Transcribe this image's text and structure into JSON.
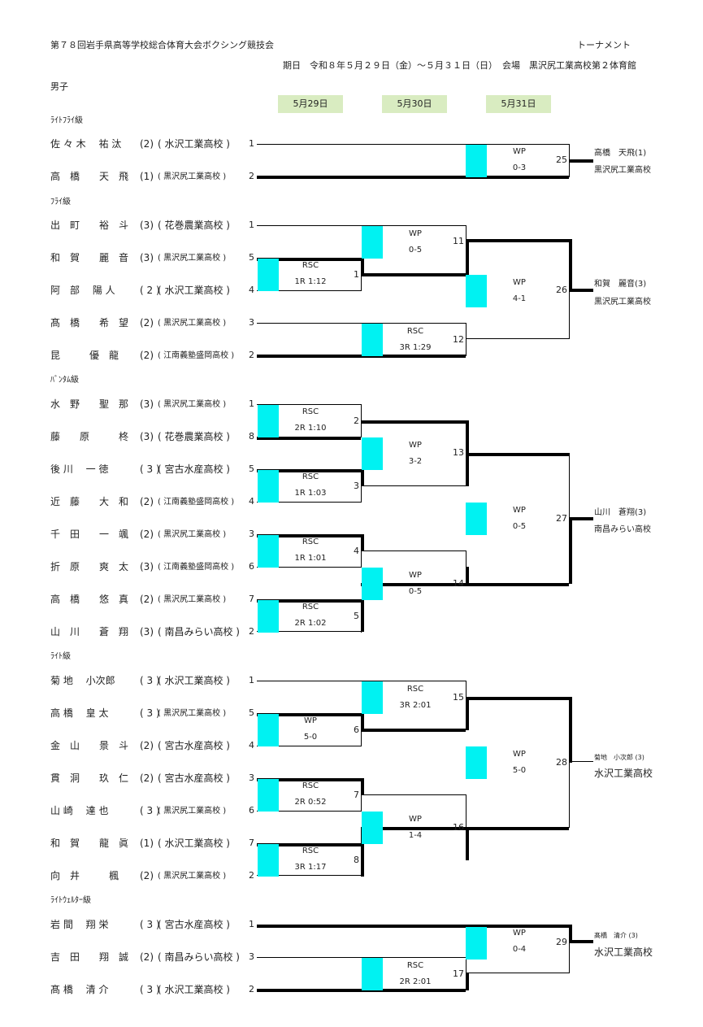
{
  "header": {
    "title": "第７８回岩手県高等学校総合体育大会ボクシング競技会",
    "type": "トーナメント",
    "dates": "期日　令和８年５月２９日（金）～５月３１日（日）",
    "venue": "会場　黒沢尻工業高校第２体育館",
    "division": "男子",
    "day_labels": [
      "5月29日",
      "5月30日",
      "5月31日"
    ]
  },
  "classes": {
    "lf": "ﾗｲﾄﾌﾗｲ級",
    "fly": "ﾌﾗｲ級",
    "ban": "ﾊﾞﾝﾀﾑ級",
    "light": "ﾗｲﾄ級",
    "lw": "ﾗｲﾄｳｪﾙﾀｰ級"
  },
  "entries": [
    {
      "name": "佐 々 木　 祐 汰",
      "grade": "(2)",
      "school": "( 水沢工業高校 )",
      "seed": "1"
    },
    {
      "name": "高　橋　　天　飛",
      "grade": "(1)",
      "school": "( 黒沢尻工業高校 )",
      "seed": "2"
    },
    {
      "name": "出　町　　裕　斗",
      "grade": "(3)",
      "school": "( 花巻農業高校 )",
      "seed": "1"
    },
    {
      "name": "和　賀　　麗　音",
      "grade": "(3)",
      "school": "( 黒沢尻工業高校 )",
      "seed": "5"
    },
    {
      "name": "阿　部　 陽 人",
      "grade": "( 2 )",
      "school": "( 水沢工業高校 )",
      "seed": "4"
    },
    {
      "name": "髙　橋　　希　望",
      "grade": "(2)",
      "school": "( 黒沢尻工業高校 )",
      "seed": "3"
    },
    {
      "name": "昆　　　優　龍",
      "grade": "(2)",
      "school": "( 江南義塾盛岡高校 )",
      "seed": "2"
    },
    {
      "name": "水　野　　聖　那",
      "grade": "(3)",
      "school": "( 黒沢尻工業高校 )",
      "seed": "1"
    },
    {
      "name": "藤　　原　　　柊",
      "grade": "(3)",
      "school": "( 花巻農業高校 )",
      "seed": "8"
    },
    {
      "name": "後 川　 一 徳",
      "grade": "( 3 )",
      "school": "( 宮古水産高校 )",
      "seed": "5"
    },
    {
      "name": "近　藤　　大　和",
      "grade": "(2)",
      "school": "( 江南義塾盛岡高校 )",
      "seed": "4"
    },
    {
      "name": "千　田　　一　颯",
      "grade": "(2)",
      "school": "( 黒沢尻工業高校 )",
      "seed": "3"
    },
    {
      "name": "折　原　　爽　太",
      "grade": "(3)",
      "school": "( 江南義塾盛岡高校 )",
      "seed": "6"
    },
    {
      "name": "高　橋　　悠　真",
      "grade": "(2)",
      "school": "( 黒沢尻工業高校 )",
      "seed": "7"
    },
    {
      "name": "山　川　　蒼　翔",
      "grade": "(3)",
      "school": "( 南昌みらい高校 )",
      "seed": "2"
    },
    {
      "name": "菊 地　 小次郎",
      "grade": "( 3 )",
      "school": "( 水沢工業高校 )",
      "seed": "1"
    },
    {
      "name": "高 橋　 皇 太",
      "grade": "( 3 )",
      "school": "( 黒沢尻工業高校 )",
      "seed": "5"
    },
    {
      "name": "金　山　　景　斗",
      "grade": "(2)",
      "school": "( 宮古水産高校 )",
      "seed": "4"
    },
    {
      "name": "貫　洞　　玖　仁",
      "grade": "(2)",
      "school": "( 宮古水産高校 )",
      "seed": "3"
    },
    {
      "name": "山 崎　 達 也",
      "grade": "( 3 )",
      "school": "( 黒沢尻工業高校 )",
      "seed": "6"
    },
    {
      "name": "和　賀　　龍　眞",
      "grade": "(1)",
      "school": "( 水沢工業高校 )",
      "seed": "7"
    },
    {
      "name": "向　井　　　楓",
      "grade": "(2)",
      "school": "( 黒沢尻工業高校 )",
      "seed": "2"
    },
    {
      "name": "岩 間　 翔 栄",
      "grade": "( 3 )",
      "school": "( 宮古水産高校 )",
      "seed": "1"
    },
    {
      "name": "吉　田　　翔　誠",
      "grade": "(2)",
      "school": "( 南昌みらい高校 )",
      "seed": "3"
    },
    {
      "name": "髙 橋　 清 介",
      "grade": "( 3 )",
      "school": "( 水沢工業高校 )",
      "seed": "2"
    }
  ],
  "bouts": [
    {
      "no": "25",
      "result": "WP",
      "score": "0-3"
    },
    {
      "no": "1",
      "result": "RSC",
      "score": "1R 1:12"
    },
    {
      "no": "11",
      "result": "WP",
      "score": "0-5"
    },
    {
      "no": "12",
      "result": "RSC",
      "score": "3R 1:29"
    },
    {
      "no": "26",
      "result": "WP",
      "score": "4-1"
    },
    {
      "no": "2",
      "result": "RSC",
      "score": "2R 1:10"
    },
    {
      "no": "3",
      "result": "RSC",
      "score": "1R 1:03"
    },
    {
      "no": "4",
      "result": "RSC",
      "score": "1R 1:01"
    },
    {
      "no": "5",
      "result": "RSC",
      "score": "2R 1:02"
    },
    {
      "no": "13",
      "result": "WP",
      "score": "3-2"
    },
    {
      "no": "14",
      "result": "WP",
      "score": "0-5"
    },
    {
      "no": "27",
      "result": "WP",
      "score": "0-5"
    },
    {
      "no": "6",
      "result": "WP",
      "score": "5-0"
    },
    {
      "no": "7",
      "result": "RSC",
      "score": "2R 0:52"
    },
    {
      "no": "8",
      "result": "RSC",
      "score": "3R 1:17"
    },
    {
      "no": "15",
      "result": "RSC",
      "score": "3R 2:01"
    },
    {
      "no": "16",
      "result": "WP",
      "score": "1-4"
    },
    {
      "no": "28",
      "result": "WP",
      "score": "5-0"
    },
    {
      "no": "17",
      "result": "RSC",
      "score": "2R 2:01"
    },
    {
      "no": "29",
      "result": "WP",
      "score": "0-4"
    }
  ],
  "champions": [
    {
      "name": "高橋　天飛(1)",
      "school": "黒沢尻工業高校"
    },
    {
      "name": "和賀　麗音(3)",
      "school": "黒沢尻工業高校"
    },
    {
      "name": "山川　蒼翔(3)",
      "school": "南昌みらい高校"
    },
    {
      "name": "菊地　小次郎 (3)",
      "school": "水沢工業高校"
    },
    {
      "name": "髙橋　清介 (3)",
      "school": "水沢工業高校"
    }
  ]
}
